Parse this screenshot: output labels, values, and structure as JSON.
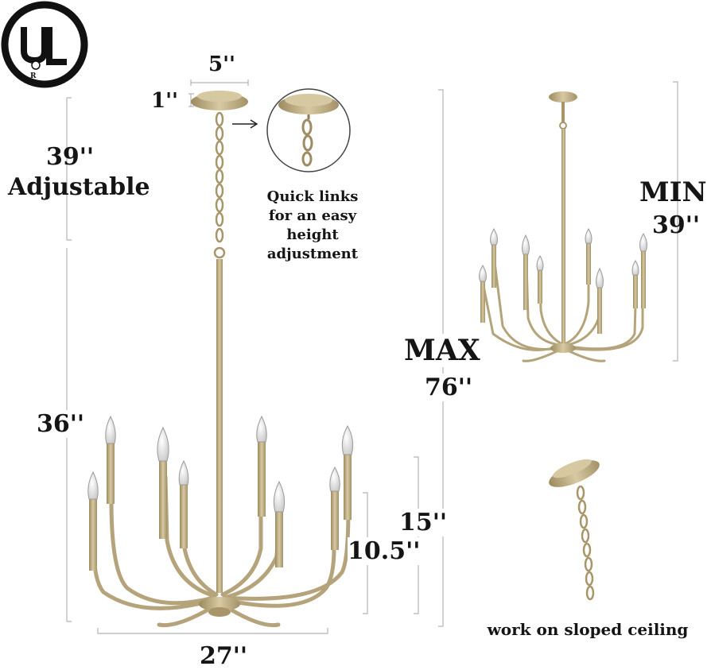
{
  "logo": {
    "text": "UL",
    "mark": "R"
  },
  "dimensions": {
    "canopy_width": "5''",
    "canopy_height": "1''",
    "chain_length": "39''",
    "chain_note": "Adjustable",
    "fixture_height": "36''",
    "body_height": "15''",
    "arm_height": "10.5''",
    "diameter": "27''",
    "min_label": "MIN",
    "min_value": "39''",
    "max_label": "MAX",
    "max_value": "76''"
  },
  "notes": {
    "quick_links": [
      "Quick links",
      "for an easy",
      "height",
      "adjustment"
    ],
    "sloped": "work on sloped ceiling"
  },
  "colors": {
    "gold": "#c4b38a",
    "gold_dark": "#8e7d56",
    "line": "#b8b8b8",
    "text": "#151515"
  }
}
